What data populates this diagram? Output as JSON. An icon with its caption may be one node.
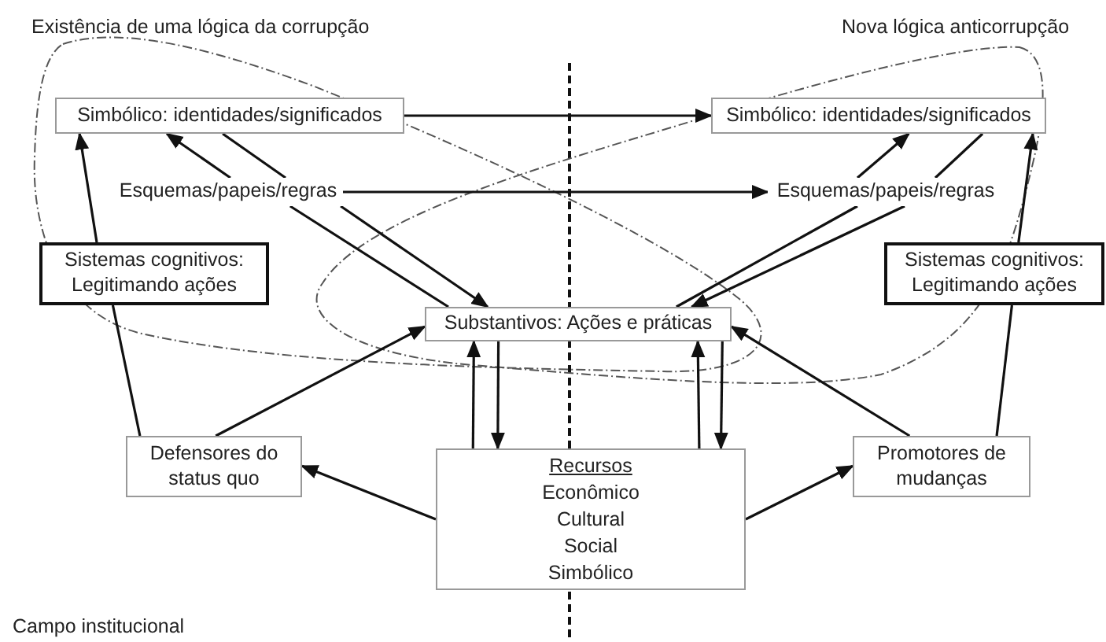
{
  "diagram": {
    "nodes": [
      {
        "text": [
          "Simbólico: identidades/significados"
        ]
      },
      {
        "text": [
          "Simbólico: identidades/significados"
        ]
      },
      {
        "text": [
          "Esquemas/papeis/regras"
        ]
      },
      {
        "text": [
          "Esquemas/papeis/regras"
        ]
      },
      {
        "text": [
          "Sistemas cognitivos: Legitimando ações"
        ]
      },
      {
        "text": [
          "Sistemas cognitivos: Legitimando ações"
        ]
      },
      {
        "text": [
          "Substantivos: Ações e práticas"
        ]
      },
      {
        "text": [
          "Defensores do status quo"
        ]
      },
      {
        "text": [
          "Recursos",
          "Econômico",
          "Cultural",
          "Social",
          "Simbólico"
        ]
      },
      {
        "text": [
          "Promotores de mudanças"
        ]
      }
    ],
    "edges": [
      {
        "from": 0,
        "to": 1,
        "arrow": "to"
      },
      {
        "from": 2,
        "to": 3,
        "arrow": "to"
      },
      {
        "from": 6,
        "to": 2,
        "arrow": "none"
      },
      {
        "from": 2,
        "to": 0,
        "arrow": "to"
      },
      {
        "from": 0,
        "to": 2,
        "arrow": "none"
      },
      {
        "from": 2,
        "to": 6,
        "arrow": "to"
      },
      {
        "from": 6,
        "to": 3,
        "arrow": "none"
      },
      {
        "from": 3,
        "to": 1,
        "arrow": "to"
      },
      {
        "from": 1,
        "to": 3,
        "arrow": "none"
      },
      {
        "from": 3,
        "to": 6,
        "arrow": "to"
      },
      {
        "from": 7,
        "to": 4,
        "arrow": "none"
      },
      {
        "from": 4,
        "to": 0,
        "arrow": "to"
      },
      {
        "from": 9,
        "to": 5,
        "arrow": "none"
      },
      {
        "from": 5,
        "to": 1,
        "arrow": "to"
      },
      {
        "from": 7,
        "to": 6,
        "arrow": "to"
      },
      {
        "from": 9,
        "to": 6,
        "arrow": "to"
      },
      {
        "from": 8,
        "to": 7,
        "arrow": "to"
      },
      {
        "from": 8,
        "to": 9,
        "arrow": "to"
      },
      {
        "from": 8,
        "to": 6,
        "arrow": "to"
      },
      {
        "from": 6,
        "to": 8,
        "arrow": "to"
      },
      {
        "from": 8,
        "to": 6,
        "arrow": "to"
      },
      {
        "from": 6,
        "to": 8,
        "arrow": "to"
      }
    ],
    "labels": [
      "Existência de uma lógica da corrupção",
      "Nova lógica anticorrupção",
      "Campo institucional"
    ]
  }
}
